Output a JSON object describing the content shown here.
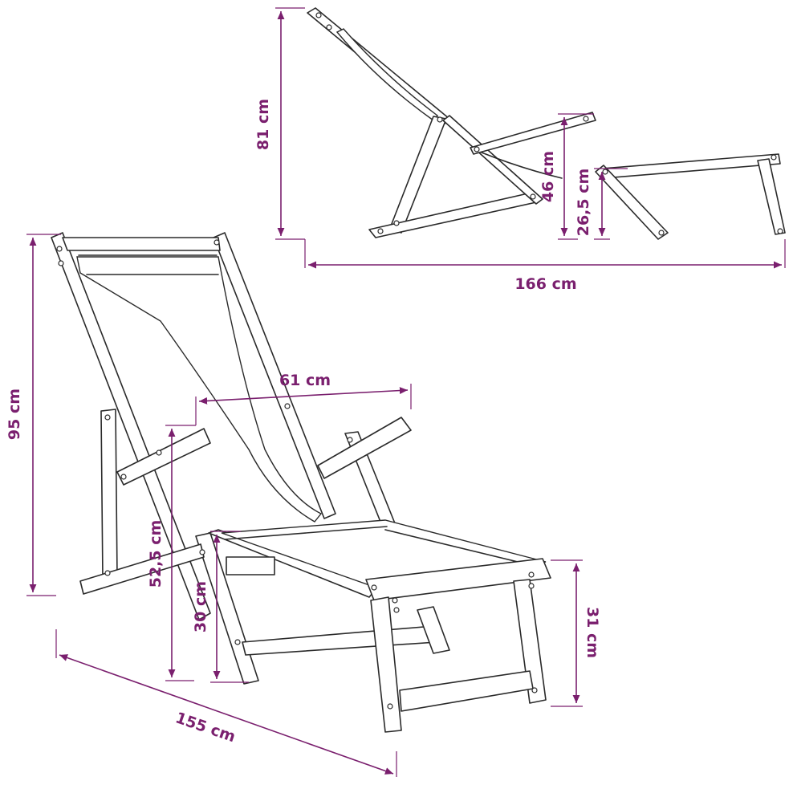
{
  "colors": {
    "accent": "#7a1f6e",
    "outline": "#2a2a2a"
  },
  "dimensions": {
    "side_total_height": "81 cm",
    "side_total_length": "166 cm",
    "side_seat_height": "46 cm",
    "side_footrest_height": "26,5 cm",
    "front_total_height": "95 cm",
    "front_seat_width": "61 cm",
    "front_armrest_height": "52,5 cm",
    "front_seat_height": "30 cm",
    "front_footrest_height": "31 cm",
    "front_total_length": "155 cm"
  }
}
